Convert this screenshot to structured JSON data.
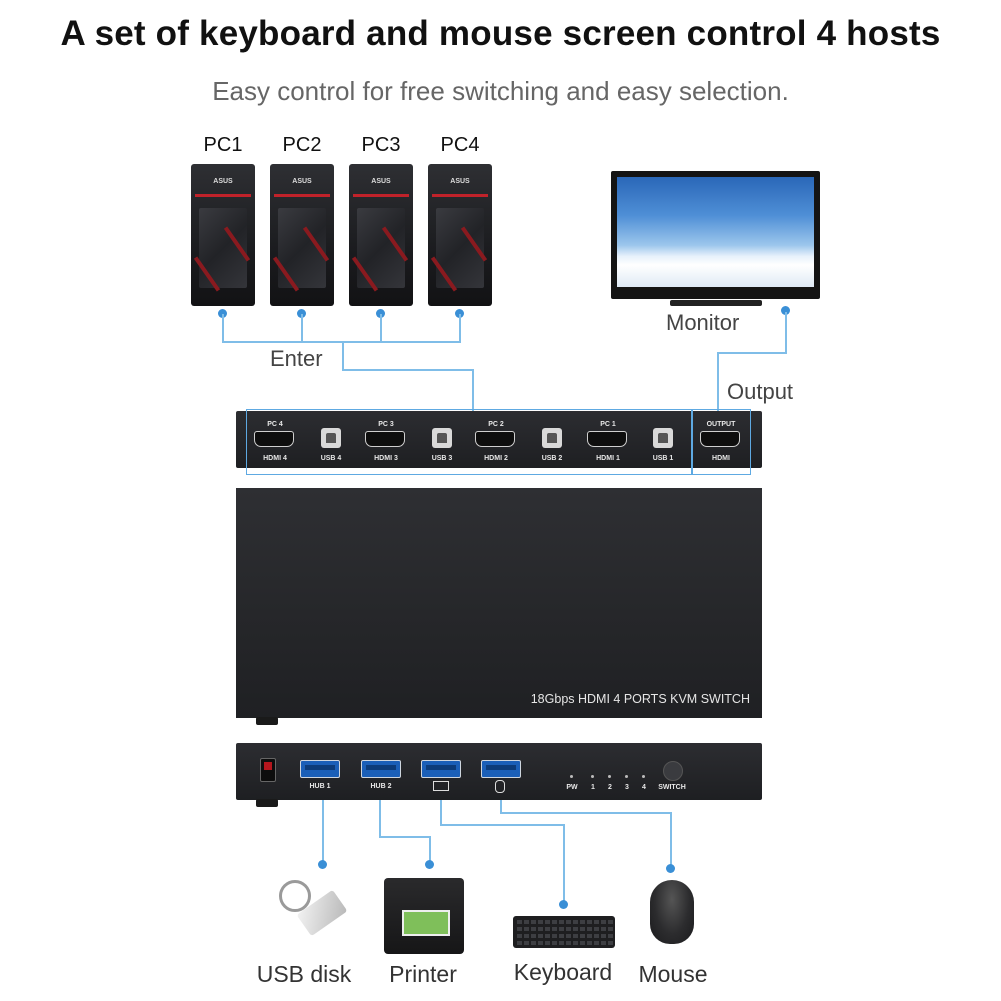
{
  "title": "A set of keyboard and mouse screen control 4 hosts",
  "subtitle": "Easy control for free switching and easy selection.",
  "hosts": [
    {
      "label": "PC1",
      "brand": "ASUS"
    },
    {
      "label": "PC2",
      "brand": "ASUS"
    },
    {
      "label": "PC3",
      "brand": "ASUS"
    },
    {
      "label": "PC4",
      "brand": "ASUS"
    }
  ],
  "monitor_label": "Monitor",
  "enter_label": "Enter",
  "output_label": "Output",
  "rear_panel": {
    "groups": [
      {
        "top": "PC 4",
        "hdmi": "HDMI 4",
        "usb": "USB 4"
      },
      {
        "top": "PC 3",
        "hdmi": "HDMI 3",
        "usb": "USB 3"
      },
      {
        "top": "PC 2",
        "hdmi": "HDMI 2",
        "usb": "USB 2"
      },
      {
        "top": "PC 1",
        "hdmi": "HDMI 1",
        "usb": "USB 1"
      }
    ],
    "output": {
      "top": "OUTPUT",
      "bottom": "HDMI"
    }
  },
  "device_label": "18Gbps HDMI 4 PORTS KVM SWITCH",
  "front_panel": {
    "hub1": "HUB 1",
    "hub2": "HUB 2",
    "keyboard_port_icon": "keyboard-icon",
    "mouse_port_icon": "mouse-icon",
    "pw": "PW",
    "leds": [
      "1",
      "2",
      "3",
      "4"
    ],
    "switch": "SWITCH"
  },
  "peripherals": [
    {
      "label": "USB disk",
      "icon": "usb-disk-icon"
    },
    {
      "label": "Printer",
      "icon": "printer-icon"
    },
    {
      "label": "Keyboard",
      "icon": "keyboard-icon"
    },
    {
      "label": "Mouse",
      "icon": "mouse-icon"
    }
  ],
  "colors": {
    "wire": "#7fbde8",
    "connector_dot": "#3a8fd6",
    "device": "#26272a",
    "usb3_port": "#1b5fb8"
  }
}
